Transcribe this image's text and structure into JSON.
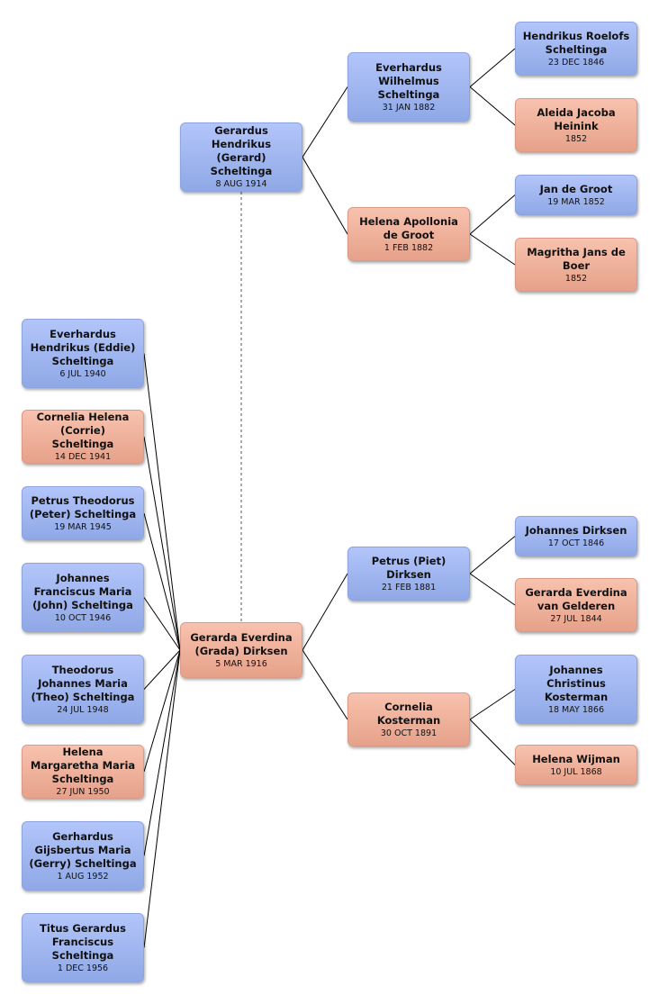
{
  "colors": {
    "male": "#a3b8f2",
    "female": "#f2b29c",
    "line": "#000000"
  },
  "people": [
    {
      "id": "gerard",
      "name": "Gerardus Hendrikus (Gerard) Scheltinga",
      "date": "8 AUG 1914",
      "sex": "male"
    },
    {
      "id": "grada",
      "name": "Gerarda Everdina (Grada) Dirksen",
      "date": "5 MAR 1916",
      "sex": "female"
    },
    {
      "id": "everhardus_w",
      "name": "Everhardus Wilhelmus Scheltinga",
      "date": "31 JAN 1882",
      "sex": "male"
    },
    {
      "id": "helena_ap",
      "name": "Helena Apollonia de Groot",
      "date": "1 FEB 1882",
      "sex": "female"
    },
    {
      "id": "hendrikus_r",
      "name": "Hendrikus Roelofs Scheltinga",
      "date": "23 DEC 1846",
      "sex": "male"
    },
    {
      "id": "aleida",
      "name": "Aleida Jacoba Heinink",
      "date": "1852",
      "sex": "female"
    },
    {
      "id": "jan",
      "name": "Jan de Groot",
      "date": "19 MAR 1852",
      "sex": "male"
    },
    {
      "id": "magritha",
      "name": "Magritha Jans de Boer",
      "date": "1852",
      "sex": "female"
    },
    {
      "id": "piet",
      "name": "Petrus (Piet) Dirksen",
      "date": "21 FEB 1881",
      "sex": "male"
    },
    {
      "id": "cornelia_k",
      "name": "Cornelia Kosterman",
      "date": "30 OCT 1891",
      "sex": "female"
    },
    {
      "id": "johannes_d",
      "name": "Johannes Dirksen",
      "date": "17 OCT 1846",
      "sex": "male"
    },
    {
      "id": "gerarda_g",
      "name": "Gerarda Everdina van Gelderen",
      "date": "27 JUL 1844",
      "sex": "female"
    },
    {
      "id": "johannes_k",
      "name": "Johannes Christinus Kosterman",
      "date": "18 MAY 1866",
      "sex": "male"
    },
    {
      "id": "helena_w",
      "name": "Helena Wijman",
      "date": "10 JUL 1868",
      "sex": "female"
    },
    {
      "id": "eddie",
      "name": "Everhardus Hendrikus (Eddie) Scheltinga",
      "date": "6 JUL 1940",
      "sex": "male"
    },
    {
      "id": "corrie",
      "name": "Cornelia Helena (Corrie) Scheltinga",
      "date": "14 DEC 1941",
      "sex": "female"
    },
    {
      "id": "peter",
      "name": "Petrus Theodorus (Peter) Scheltinga",
      "date": "19 MAR 1945",
      "sex": "male"
    },
    {
      "id": "john",
      "name": "Johannes Franciscus Maria (John) Scheltinga",
      "date": "10 OCT 1946",
      "sex": "male"
    },
    {
      "id": "theo",
      "name": "Theodorus Johannes Maria (Theo) Scheltinga",
      "date": "24 JUL 1948",
      "sex": "male"
    },
    {
      "id": "helena_m",
      "name": "Helena Margaretha Maria Scheltinga",
      "date": "27 JUN 1950",
      "sex": "female"
    },
    {
      "id": "gerry",
      "name": "Gerhardus Gijsbertus Maria (Gerry) Scheltinga",
      "date": "1 AUG 1952",
      "sex": "male"
    },
    {
      "id": "titus",
      "name": "Titus Gerardus Franciscus Scheltinga",
      "date": "1 DEC 1956",
      "sex": "male"
    }
  ],
  "links": [
    {
      "from": "gerard",
      "to": "everhardus_w",
      "style": "solid"
    },
    {
      "from": "gerard",
      "to": "helena_ap",
      "style": "solid"
    },
    {
      "from": "everhardus_w",
      "to": "hendrikus_r",
      "style": "solid"
    },
    {
      "from": "everhardus_w",
      "to": "aleida",
      "style": "solid"
    },
    {
      "from": "helena_ap",
      "to": "jan",
      "style": "solid"
    },
    {
      "from": "helena_ap",
      "to": "magritha",
      "style": "solid"
    },
    {
      "from": "grada",
      "to": "piet",
      "style": "solid"
    },
    {
      "from": "grada",
      "to": "cornelia_k",
      "style": "solid"
    },
    {
      "from": "piet",
      "to": "johannes_d",
      "style": "solid"
    },
    {
      "from": "piet",
      "to": "gerarda_g",
      "style": "solid"
    },
    {
      "from": "cornelia_k",
      "to": "johannes_k",
      "style": "solid"
    },
    {
      "from": "cornelia_k",
      "to": "helena_w",
      "style": "solid"
    },
    {
      "from": "eddie",
      "to": "grada",
      "style": "solid"
    },
    {
      "from": "corrie",
      "to": "grada",
      "style": "solid"
    },
    {
      "from": "peter",
      "to": "grada",
      "style": "solid"
    },
    {
      "from": "john",
      "to": "grada",
      "style": "solid"
    },
    {
      "from": "theo",
      "to": "grada",
      "style": "solid"
    },
    {
      "from": "helena_m",
      "to": "grada",
      "style": "solid"
    },
    {
      "from": "gerry",
      "to": "grada",
      "style": "solid"
    },
    {
      "from": "titus",
      "to": "grada",
      "style": "solid"
    },
    {
      "from": "gerard",
      "to": "grada",
      "style": "dashed"
    }
  ]
}
